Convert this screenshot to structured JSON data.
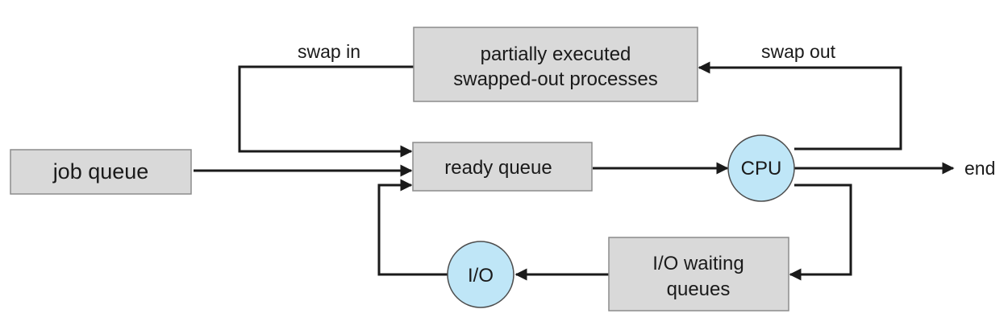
{
  "nodes": {
    "job_queue": "job queue",
    "ready_queue": "ready queue",
    "swapped_line1": "partially executed",
    "swapped_line2": "swapped-out processes",
    "cpu": "CPU",
    "io": "I/O",
    "io_wait_line1": "I/O waiting",
    "io_wait_line2": "queues"
  },
  "edges": {
    "swap_in": "swap in",
    "swap_out": "swap out",
    "end": "end"
  },
  "colors": {
    "box_fill": "#d9d9d9",
    "circle_fill": "#bfe6f7",
    "line": "#1a1a1a"
  }
}
